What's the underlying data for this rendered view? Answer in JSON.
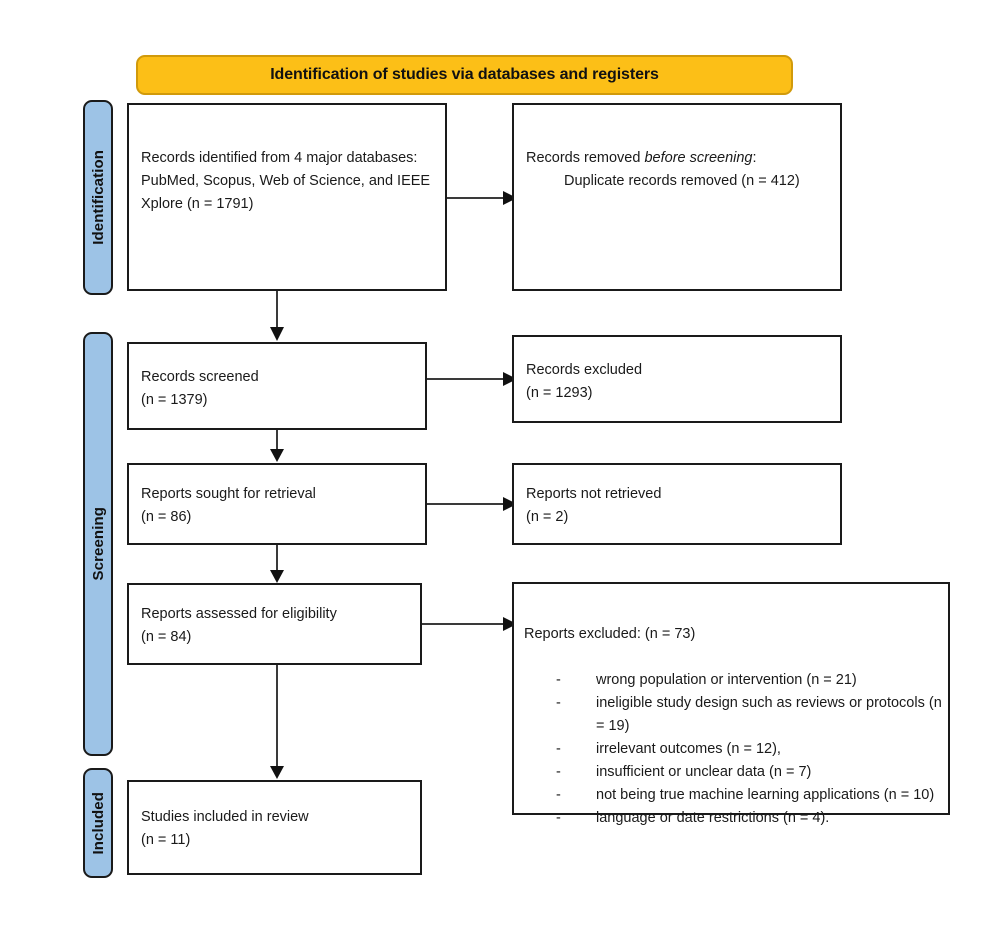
{
  "banner": {
    "title": "Identification of studies via databases and registers",
    "fill_color": "#FCBF17",
    "border_color": "#D19A0B"
  },
  "stages": {
    "fill_color": "#9DC3E6",
    "items": [
      {
        "id": "identification",
        "label": "Identification"
      },
      {
        "id": "screening",
        "label": "Screening"
      },
      {
        "id": "included",
        "label": "Included"
      }
    ]
  },
  "boxes": {
    "identified": {
      "text": "Records identified from 4 major databases: PubMed, Scopus, Web of Science, and IEEE Xplore (n = 1791)",
      "count": 1791
    },
    "removed": {
      "line1_prefix": "Records removed ",
      "line1_italic": "before screening",
      "line1_suffix": ":",
      "line2": "Duplicate records removed (n = 412)",
      "count": 412
    },
    "screened": {
      "text": "Records screened\n(n = 1379)",
      "count": 1379
    },
    "excluded": {
      "text": "Records excluded\n(n = 1293)",
      "count": 1293
    },
    "sought": {
      "text": "Reports sought for retrieval\n(n = 86)",
      "count": 86
    },
    "not_retrieved": {
      "text": "Reports not retrieved\n(n = 2)",
      "count": 2
    },
    "assessed": {
      "text": "Reports assessed for eligibility\n(n = 84)",
      "count": 84
    },
    "included": {
      "text": "Studies included in review\n(n = 11)",
      "count": 11
    }
  },
  "reports_excluded": {
    "heading": "Reports excluded: (n = 73)",
    "total": 73,
    "bullet_marker": "-",
    "reasons": [
      {
        "label": "wrong population or intervention (n = 21)",
        "count": 21
      },
      {
        "label": "ineligible study design such as reviews or protocols (n = 19)",
        "count": 19
      },
      {
        "label": "irrelevant outcomes (n = 12),",
        "count": 12
      },
      {
        "label": "insufficient or unclear data (n = 7)",
        "count": 7
      },
      {
        "label": "not being true machine learning applications (n = 10)",
        "count": 10
      },
      {
        "label": "language or date restrictions (n = 4).",
        "count": 4
      }
    ]
  }
}
